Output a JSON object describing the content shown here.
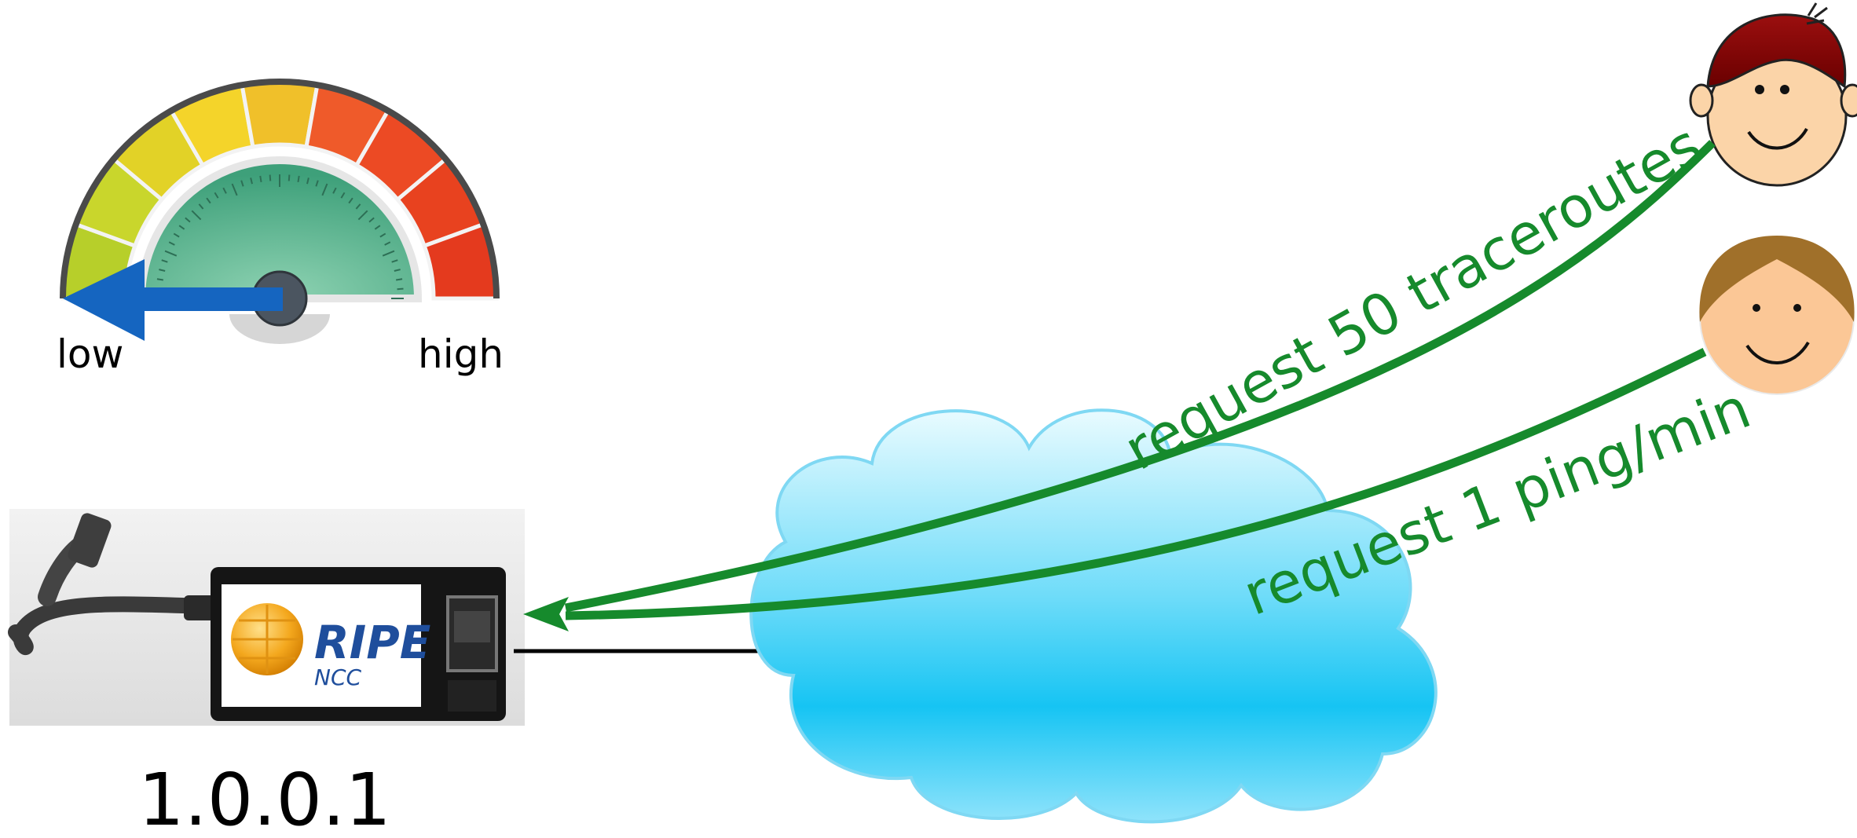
{
  "gauge": {
    "low_label": "low",
    "high_label": "high",
    "level": "low"
  },
  "probe": {
    "brand": "RIPE",
    "sub_brand": "NCC",
    "ip_address": "1.0.0.1"
  },
  "requests": [
    {
      "label": "request 50 traceroutes"
    },
    {
      "label": "request 1 ping/min"
    }
  ],
  "colors": {
    "arrow_green": "#168a2c",
    "gauge_needle": "#1565c0",
    "cloud": "#29c6f0",
    "ripe_blue": "#1f4e9c"
  }
}
